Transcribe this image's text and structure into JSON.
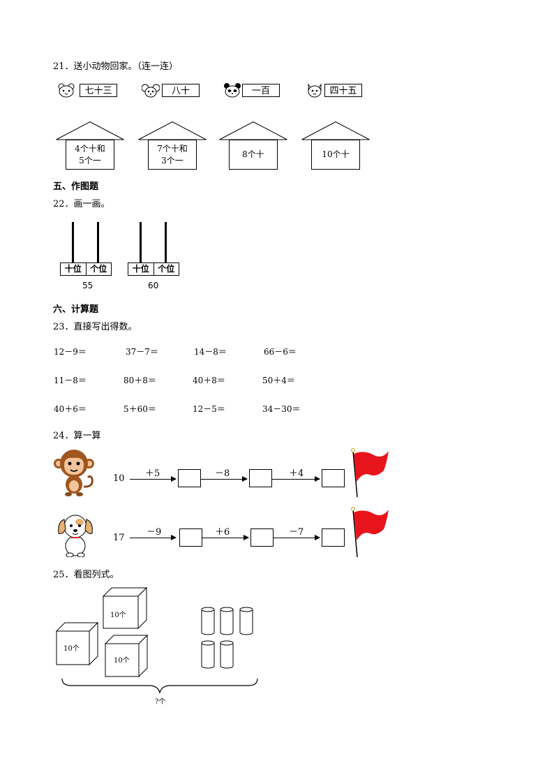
{
  "q21": {
    "title": "21．送小动物回家。（连一连）",
    "animals": [
      {
        "icon": "hamster-icon",
        "label": "七十三"
      },
      {
        "icon": "mouse-icon",
        "label": "八十"
      },
      {
        "icon": "panda-icon",
        "label": "一百"
      },
      {
        "icon": "cat-icon",
        "label": "四十五"
      }
    ],
    "houses": [
      {
        "line1": "4个十和",
        "line2": "5个一"
      },
      {
        "line1": "7个十和",
        "line2": "3个一"
      },
      {
        "line1": "8个十",
        "line2": ""
      },
      {
        "line1": "10个十",
        "line2": ""
      }
    ]
  },
  "section5": {
    "title": "五、作图题"
  },
  "q22": {
    "title": "22．画一画。",
    "abacuses": [
      {
        "tens_label": "十位",
        "ones_label": "个位",
        "number": "55"
      },
      {
        "tens_label": "十位",
        "ones_label": "个位",
        "number": "60"
      }
    ]
  },
  "section6": {
    "title": "六、计算题"
  },
  "q23": {
    "title": "23．直接写出得数。",
    "rows": [
      [
        "12－9＝",
        "37－7＝",
        "14－8＝",
        "66－6＝"
      ],
      [
        "11－8＝",
        "80＋8＝",
        "40＋8＝",
        "50＋4＝"
      ],
      [
        "40＋6＝",
        "5＋60＝",
        "12－5＝",
        "34－30＝"
      ]
    ]
  },
  "q24": {
    "title": "24．算一算",
    "chains": [
      {
        "icon": "monkey-icon",
        "start": "10",
        "ops": [
          "＋5",
          "－8",
          "＋4"
        ],
        "flag": "red-flag-icon"
      },
      {
        "icon": "dog-icon",
        "start": "17",
        "ops": [
          "－9",
          "＋6",
          "－7"
        ],
        "flag": "red-flag-icon"
      }
    ]
  },
  "q25": {
    "title": "25．看图列式。",
    "cubes": [
      "10个",
      "10个",
      "10个"
    ],
    "brace_label": "?个"
  }
}
